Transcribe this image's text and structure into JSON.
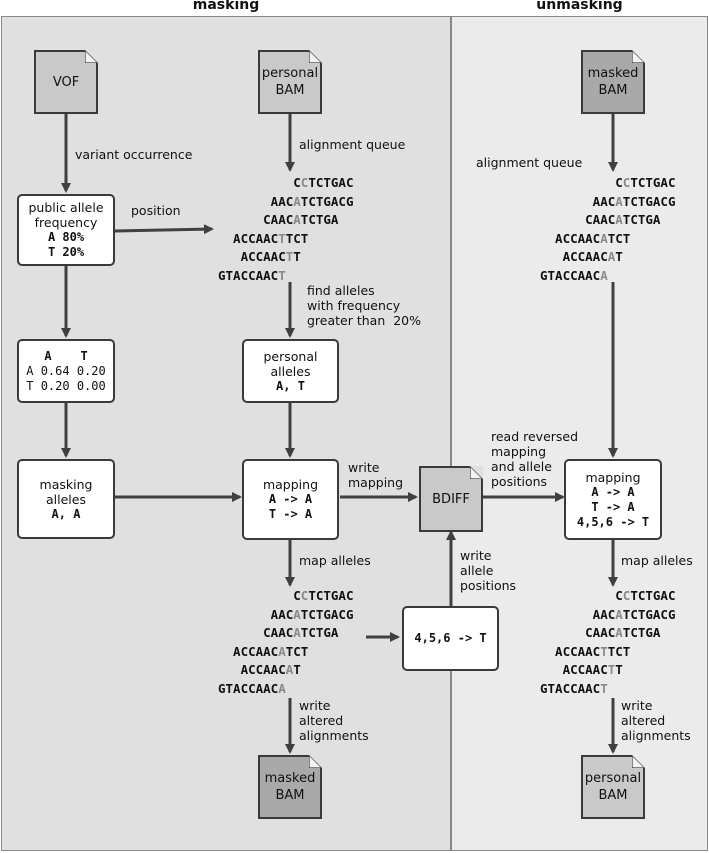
{
  "headers": {
    "masking": "masking",
    "unmasking": "unmasking"
  },
  "docs": {
    "vof": "VOF",
    "personal_bam_top_1": "personal",
    "personal_bam_top_2": "BAM",
    "masked_bam_top_1": "masked",
    "masked_bam_top_2": "BAM",
    "bdiff": "BDIFF",
    "masked_bam_bottom_1": "masked",
    "masked_bam_bottom_2": "BAM",
    "personal_bam_bottom_1": "personal",
    "personal_bam_bottom_2": "BAM"
  },
  "boxes": {
    "public_freq": {
      "line1": "public allele",
      "line2": "frequency",
      "line3": "A 80%",
      "line4": "T 20%"
    },
    "matrix": {
      "row0": "  A    T  ",
      "row1": "A 0.64 0.20",
      "row2": "T 0.20 0.00"
    },
    "masking_alleles": {
      "line1": "masking",
      "line2": "alleles",
      "line3": "A, A"
    },
    "personal_alleles": {
      "line1": "personal",
      "line2": "alleles",
      "line3": "A, T"
    },
    "mapping_left": {
      "line1": "mapping",
      "line2": "A -> A",
      "line3": "T -> A"
    },
    "positions": {
      "line1": "4,5,6 -> T"
    },
    "mapping_right": {
      "line1": "mapping",
      "line2": "A -> A",
      "line3": "T -> A",
      "line4": "4,5,6 -> T"
    }
  },
  "labels": {
    "variant_occurrence": "variant occurrence",
    "position": "position",
    "alignment_queue_left": "alignment queue",
    "alignment_queue_right": "alignment queue",
    "find_alleles": "find alleles\nwith frequency\ngreater than  20%",
    "write_mapping": "write\nmapping",
    "read_reversed": "read reversed\nmapping\nand allele\npositions",
    "map_alleles_left": "map alleles",
    "map_alleles_right": "map alleles",
    "write_allele_positions": "write\nallele\npositions",
    "write_altered_left": "write\naltered\nalignments",
    "write_altered_right": "write\naltered\nalignments"
  },
  "reads_personal": [
    {
      "pre": "          C",
      "hl": "C",
      "post": "TCTGAC"
    },
    {
      "pre": "       AAC",
      "hl": "A",
      "post": "TCTGACG"
    },
    {
      "pre": "      CAAC",
      "hl": "A",
      "post": "TCTGA"
    },
    {
      "pre": "  ACCAAC",
      "hl": "T",
      "post": "TCT"
    },
    {
      "pre": "   ACCAAC",
      "hl": "T",
      "post": "T"
    },
    {
      "pre": "GTACCAAC",
      "hl": "T",
      "post": ""
    }
  ],
  "reads_masked_left": [
    {
      "pre": "          C",
      "hl": "C",
      "post": "TCTGAC"
    },
    {
      "pre": "       AAC",
      "hl": "A",
      "post": "TCTGACG"
    },
    {
      "pre": "      CAAC",
      "hl": "A",
      "post": "TCTGA"
    },
    {
      "pre": "  ACCAAC",
      "hl": "A",
      "post": "TCT"
    },
    {
      "pre": "   ACCAAC",
      "hl": "A",
      "post": "T"
    },
    {
      "pre": "GTACCAAC",
      "hl": "A",
      "post": ""
    }
  ],
  "reads_masked_right": [
    {
      "pre": "          C",
      "hl": "C",
      "post": "TCTGAC"
    },
    {
      "pre": "       AAC",
      "hl": "A",
      "post": "TCTGACG"
    },
    {
      "pre": "      CAAC",
      "hl": "A",
      "post": "TCTGA"
    },
    {
      "pre": "  ACCAAC",
      "hl": "A",
      "post": "TCT"
    },
    {
      "pre": "   ACCAAC",
      "hl": "A",
      "post": "T"
    },
    {
      "pre": "GTACCAAC",
      "hl": "A",
      "post": ""
    }
  ],
  "reads_personal_right": [
    {
      "pre": "          C",
      "hl": "C",
      "post": "TCTGAC"
    },
    {
      "pre": "       AAC",
      "hl": "A",
      "post": "TCTGACG"
    },
    {
      "pre": "      CAAC",
      "hl": "A",
      "post": "TCTGA"
    },
    {
      "pre": "  ACCAAC",
      "hl": "T",
      "post": "TCT"
    },
    {
      "pre": "   ACCAAC",
      "hl": "T",
      "post": "T"
    },
    {
      "pre": "GTACCAAC",
      "hl": "T",
      "post": ""
    }
  ],
  "colors": {
    "arrow": "#404040",
    "highlight": "#8a8a8a",
    "doc_light": "#c9c9c9",
    "doc_dark": "#a9a9a9"
  }
}
